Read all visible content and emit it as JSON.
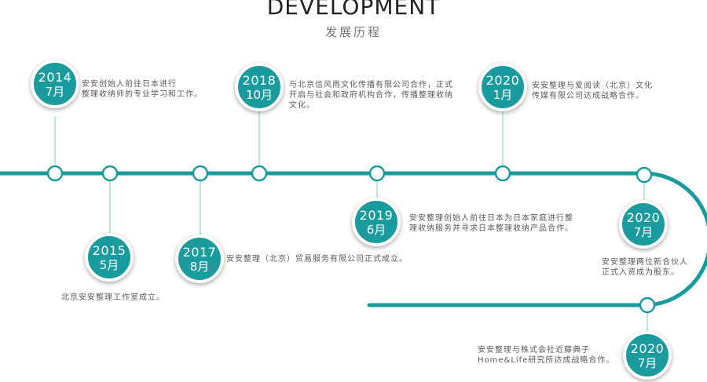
{
  "header": {
    "title": "DEVELOPMENT",
    "subtitle": "发展历程"
  },
  "colors": {
    "accent": "#1a9c9f",
    "connector": "#8fd3d3",
    "text": "#5a5a5a"
  },
  "events": [
    {
      "year": "2014",
      "month": "7月",
      "text": "安安创始人前往日本进行\n整理收纳师的专业学习和工作。"
    },
    {
      "year": "2015",
      "month": "5月",
      "text": "北京安安整理工作室成立。"
    },
    {
      "year": "2017",
      "month": "8月",
      "text": "安安整理（北京）贸易服务有限公司正式成立。"
    },
    {
      "year": "2018",
      "month": "10月",
      "text": "与北京信风雨文化传播有限公司合作，正式\n开启与社会和政府机构合作，传播整理收纳\n文化。"
    },
    {
      "year": "2019",
      "month": "6月",
      "text": "安安整理创始人前往日本为日本家庭进行整\n理收纳服务并寻求日本整理收纳产品合作。"
    },
    {
      "year": "2020",
      "month": "1月",
      "text": "安安整理与爱阅读（北京）文化\n传媒有限公司达成战略合作。"
    },
    {
      "year": "2020",
      "month": "7月",
      "text": "安安整理两位新合伙人\n正式入资成为股东。"
    },
    {
      "year": "2020",
      "month": "7月",
      "text": "安安整理与株式会社近藤典子\nHome&Life研究所达成战略合作。"
    }
  ]
}
